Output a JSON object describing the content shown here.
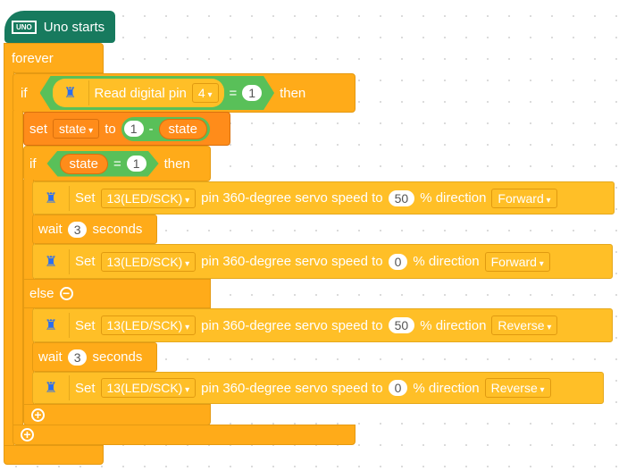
{
  "hat": {
    "label": "Uno starts",
    "icon_text": "UNO"
  },
  "forever": {
    "label": "forever"
  },
  "if1": {
    "if": "if",
    "sensor": "Read digital pin",
    "pin": "4",
    "op": "=",
    "value": "1",
    "then": "then"
  },
  "set": {
    "set": "set",
    "variable": "state",
    "to": "to",
    "left": "1",
    "minus": "-",
    "right": "state"
  },
  "if2": {
    "if": "if",
    "variable": "state",
    "op": "=",
    "value": "1",
    "then": "then",
    "else": "else"
  },
  "blocks": [
    {
      "set": "Set",
      "pin": "13(LED/SCK)",
      "text": "pin 360-degree servo speed to",
      "speed": "50",
      "dir_label": "% direction",
      "direction": "Forward"
    },
    {
      "wait": "wait",
      "value": "3",
      "unit": "seconds"
    },
    {
      "set": "Set",
      "pin": "13(LED/SCK)",
      "text": "pin 360-degree servo speed to",
      "speed": "0",
      "dir_label": "% direction",
      "direction": "Forward"
    },
    {
      "set": "Set",
      "pin": "13(LED/SCK)",
      "text": "pin 360-degree servo speed to",
      "speed": "50",
      "dir_label": "% direction",
      "direction": "Reverse"
    },
    {
      "wait": "wait",
      "value": "3",
      "unit": "seconds"
    },
    {
      "set": "Set",
      "pin": "13(LED/SCK)",
      "text": "pin 360-degree servo speed to",
      "speed": "0",
      "dir_label": "% direction",
      "direction": "Reverse"
    }
  ]
}
